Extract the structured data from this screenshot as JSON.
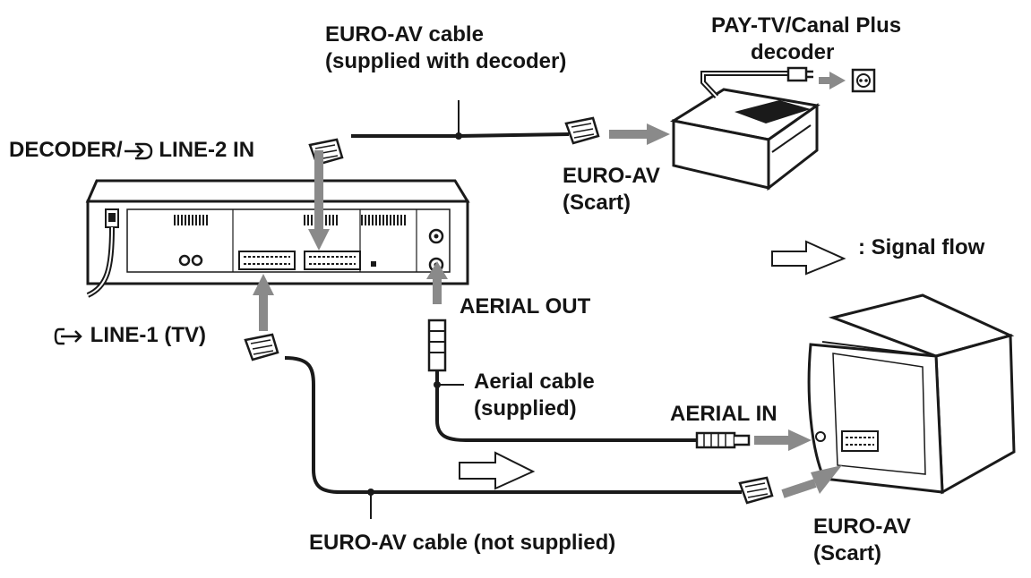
{
  "labels": {
    "decoder_cable_line1": "EURO-AV cable",
    "decoder_cable_line2": "(supplied with decoder)",
    "decoder_title_line1": "PAY-TV/Canal Plus",
    "decoder_title_line2": "decoder",
    "decoder_in": "DECODER/",
    "line2_in": "LINE-2 IN",
    "decoder_scart_line1": "EURO-AV",
    "decoder_scart_line2": "(Scart)",
    "signal_flow": ": Signal flow",
    "aerial_out": "AERIAL OUT",
    "line1_tv": "LINE-1 (TV)",
    "aerial_cable_line1": "Aerial cable",
    "aerial_cable_line2": "(supplied)",
    "aerial_in": "AERIAL IN",
    "tv_scart_line1": "EURO-AV",
    "tv_scart_line2": "(Scart)",
    "tv_cable": "EURO-AV cable (not supplied)"
  },
  "icons": {
    "input": "input-arrow-icon",
    "output": "output-arrow-icon",
    "signal_flow": "signal-flow-arrow-icon",
    "power": "wall-socket-icon"
  }
}
